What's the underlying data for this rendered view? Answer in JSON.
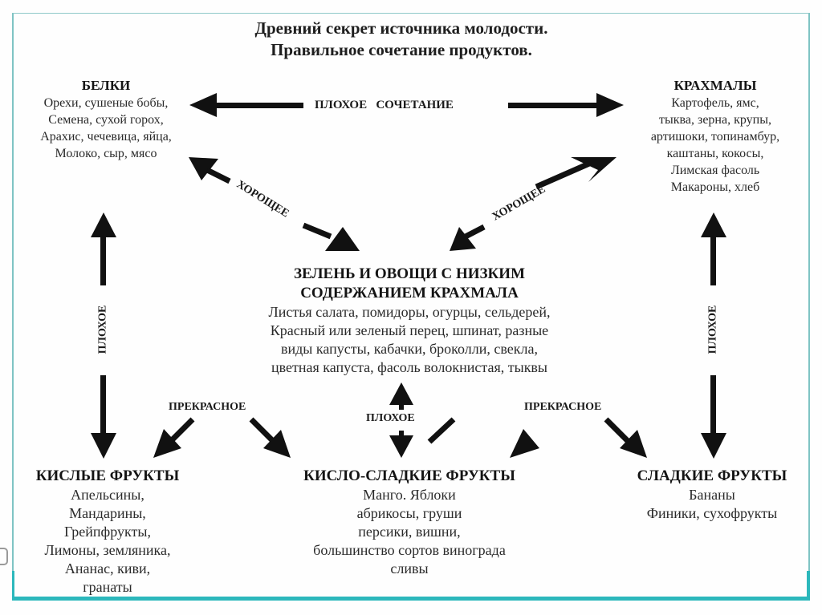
{
  "title": {
    "line1": "Древний секрет источника молодости.",
    "line2": "Правильное сочетание продуктов."
  },
  "groups": {
    "proteins": {
      "heading": "БЕЛКИ",
      "items": [
        "Орехи, сушеные бобы,",
        "Семена, сухой горох,",
        "Арахис, чечевица, яйца,",
        "Молоко, сыр, мясо"
      ]
    },
    "starches": {
      "heading": "КРАХМАЛЫ",
      "items": [
        "Картофель, ямс,",
        "тыква, зерна, крупы,",
        "артишоки, топинамбур,",
        "каштаны, кокосы,",
        "Лимская фасоль",
        "Макароны, хлеб"
      ]
    },
    "greens": {
      "heading_line1": "ЗЕЛЕНЬ И ОВОЩИ С НИЗКИМ",
      "heading_line2": "СОДЕРЖАНИЕМ КРАХМАЛА",
      "items": [
        "Листья салата, помидоры, огурцы, сельдерей,",
        "Красный или зеленый перец, шпинат, разные",
        "виды капусты, кабачки, броколли, свекла,",
        "цветная капуста, фасоль волокнистая, тыквы"
      ]
    },
    "sour_fruits": {
      "heading": "КИСЛЫЕ ФРУКТЫ",
      "items": [
        "Апельсины,",
        "Мандарины,",
        "Грейпфрукты,",
        "Лимоны, земляника,",
        "Ананас, киви,",
        "гранаты"
      ]
    },
    "sweet_sour_fruits": {
      "heading": "КИСЛО-СЛАДКИЕ ФРУКТЫ",
      "items": [
        "Манго. Яблоки",
        "абрикосы, груши",
        "персики, вишни,",
        "большинство сортов винограда",
        "сливы"
      ]
    },
    "sweet_fruits": {
      "heading": "СЛАДКИЕ ФРУКТЫ",
      "items": [
        "Бананы",
        "Финики, сухофрукты"
      ]
    }
  },
  "relations": {
    "proteins_starches": "ПЛОХОЕ   СОЧЕТАНИЕ",
    "proteins_greens": "ХОРОЩЕЕ",
    "starches_greens": "ХОРОЩЕЕ",
    "proteins_sour": "ПЛОХОЕ",
    "starches_sweet": "ПЛОХОЕ",
    "greens_sour_and_sweetsour": "ПРЕКРАСНОЕ",
    "greens_sweetsour_vertical": "ПЛОХОЕ",
    "greens_sweetsour_and_sweet": "ПРЕКРАСНОЕ"
  },
  "colors": {
    "frame_accent": "#2cb8bc",
    "frame_thin": "#7fc4c4",
    "arrow": "#111111",
    "text": "#1b1b1b"
  }
}
